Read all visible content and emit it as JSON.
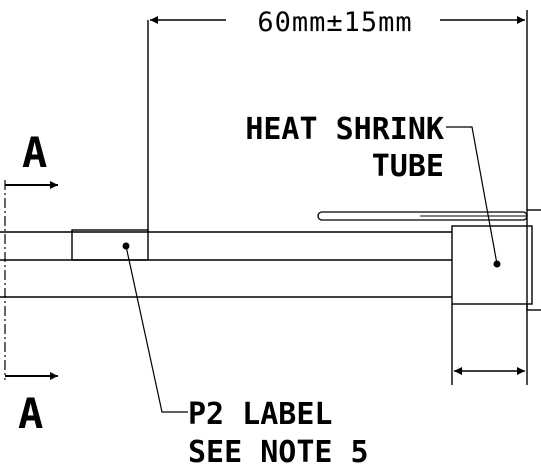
{
  "dimension": {
    "text": "60mm±15mm"
  },
  "callouts": {
    "heat_shrink_line1": "HEAT SHRINK",
    "heat_shrink_line2": "TUBE",
    "p2_label_line1": "P2 LABEL",
    "p2_label_line2": "SEE NOTE 5"
  },
  "section": {
    "top": "A",
    "bottom": "A"
  }
}
